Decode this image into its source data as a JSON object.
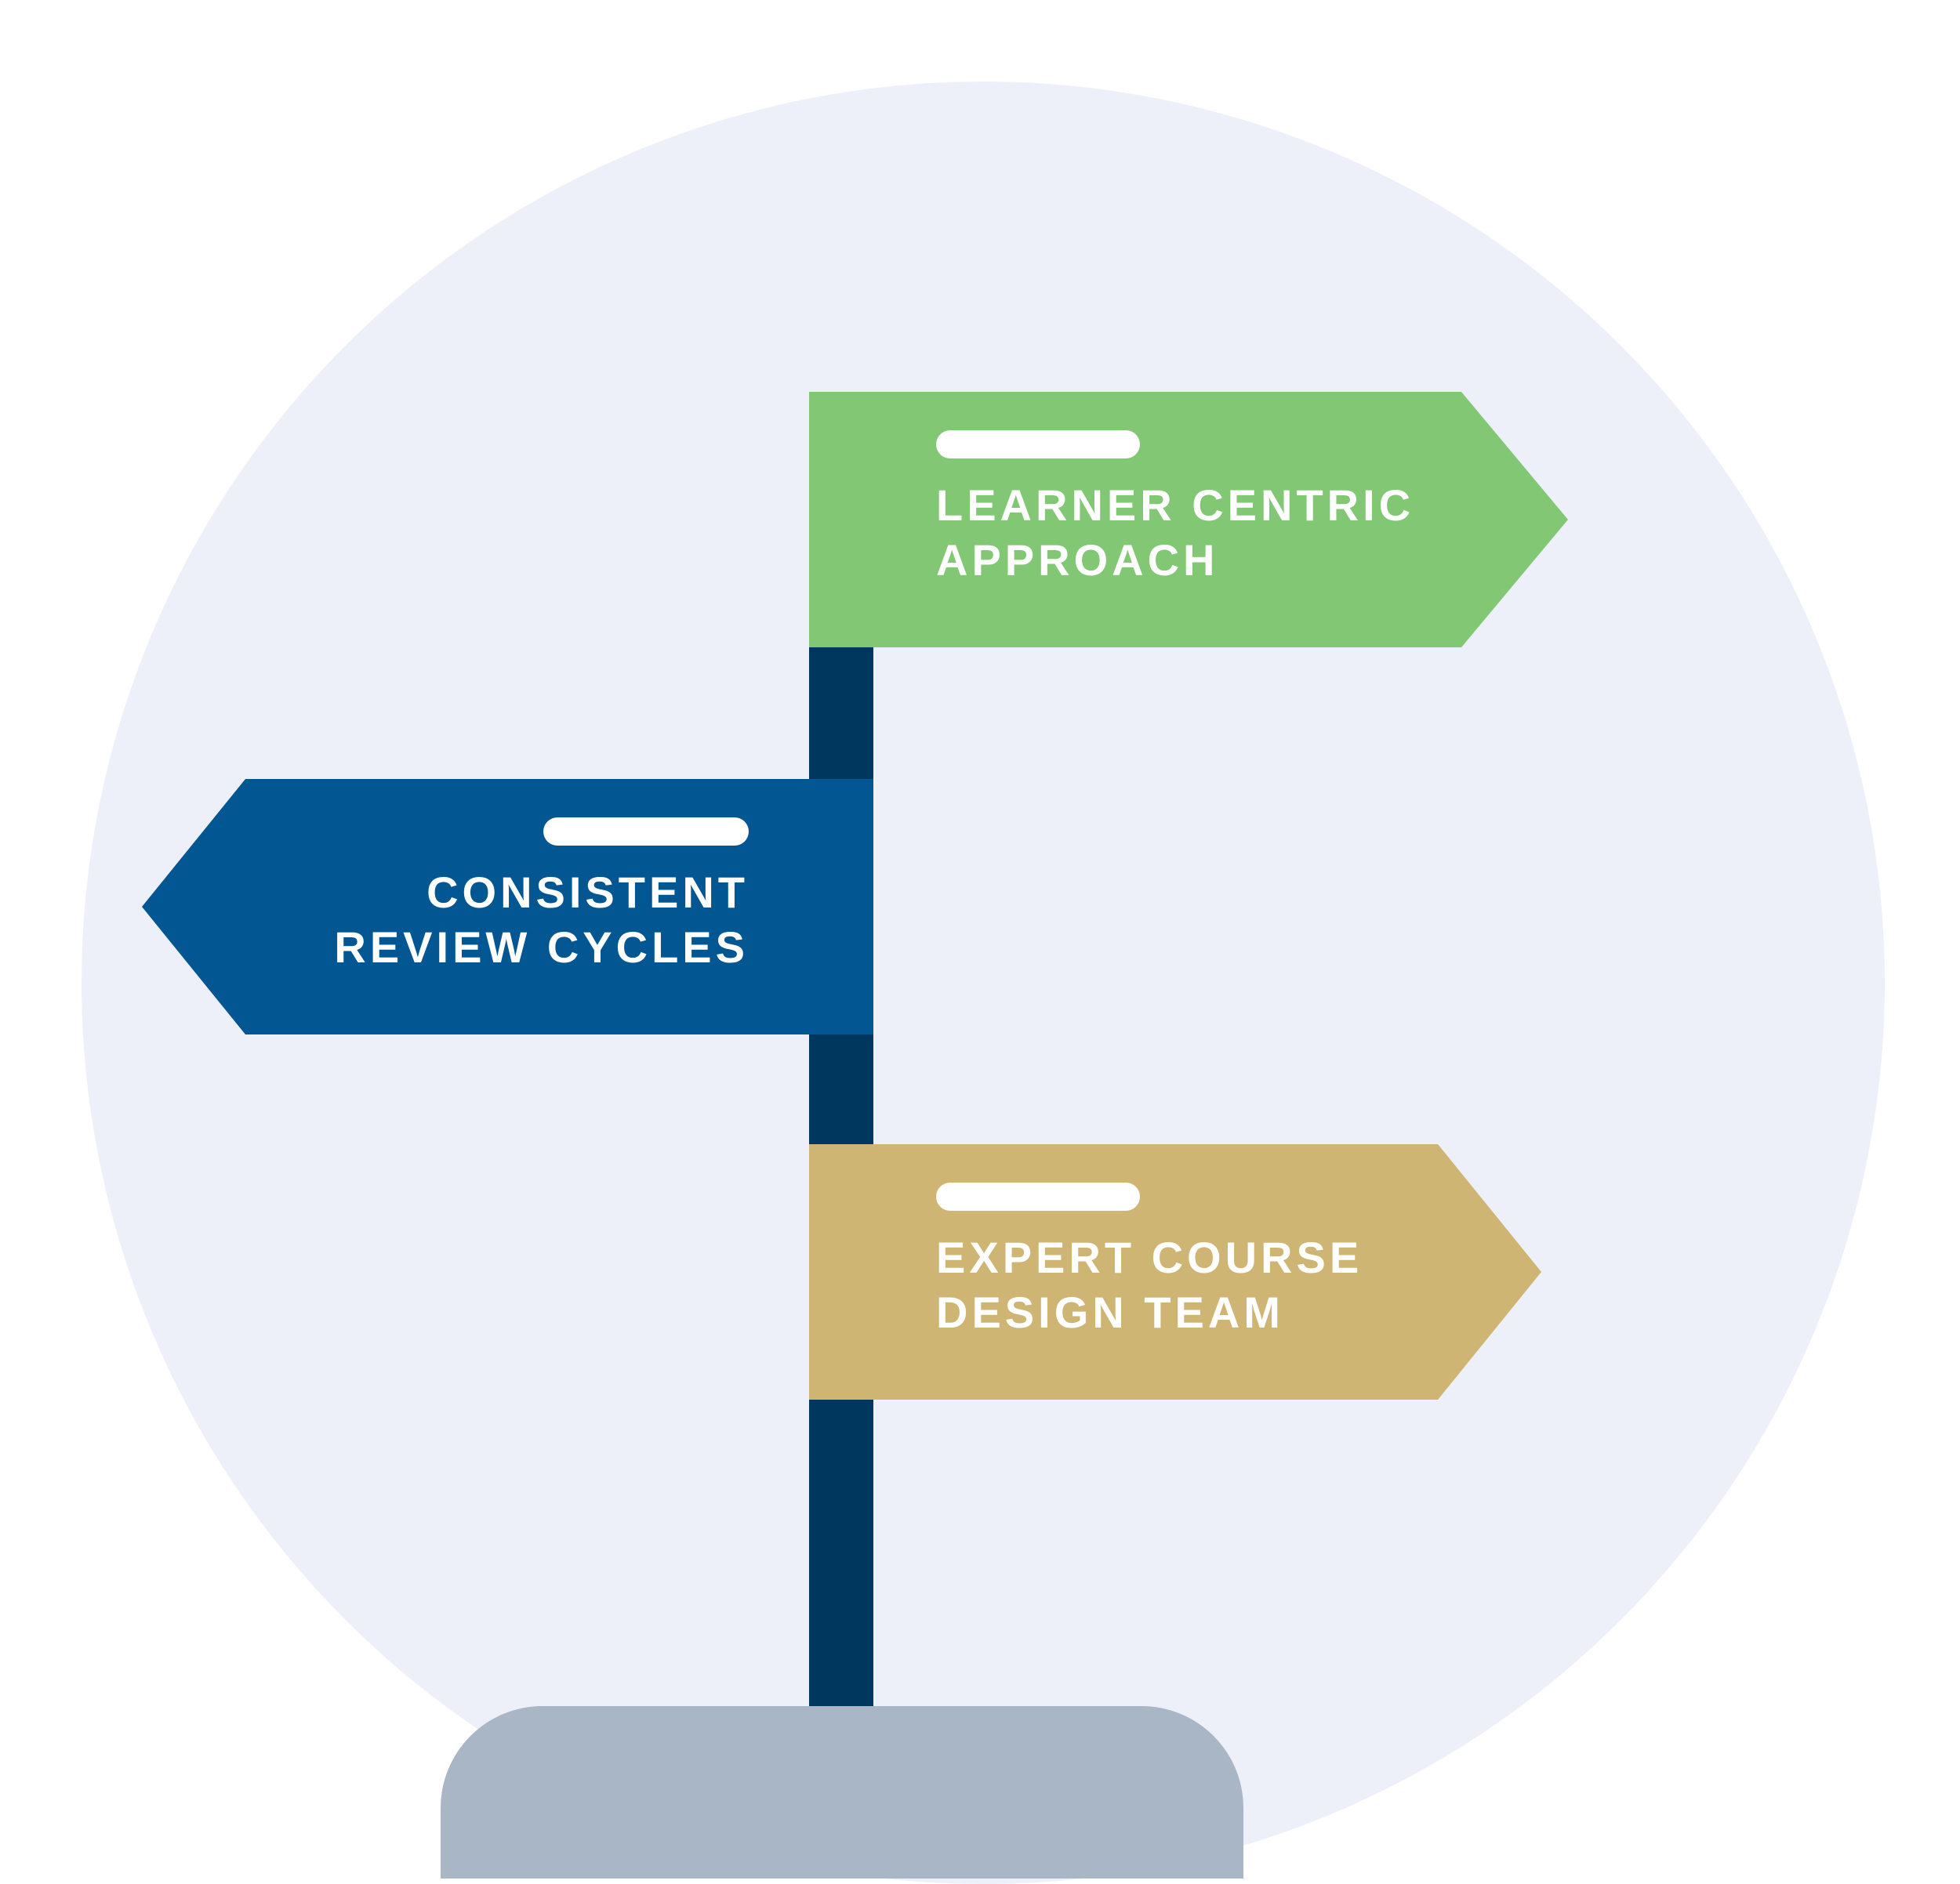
{
  "colors": {
    "background": "#ffffff",
    "circle": "#edf0f8",
    "post": "#00375e",
    "base": "#a9b6c6",
    "sign_green": "#82c874",
    "sign_blue": "#025793",
    "sign_gold": "#ceb574",
    "text": "#ffffff"
  },
  "signs": [
    {
      "direction": "right",
      "line1": "LEARNER CENTRIC",
      "line2": "APPROACH"
    },
    {
      "direction": "left",
      "line1": "CONSISTENT",
      "line2": "REVIEW CYCLES"
    },
    {
      "direction": "right",
      "line1": "EXPERT COURSE",
      "line2": "DESIGN TEAM"
    }
  ]
}
